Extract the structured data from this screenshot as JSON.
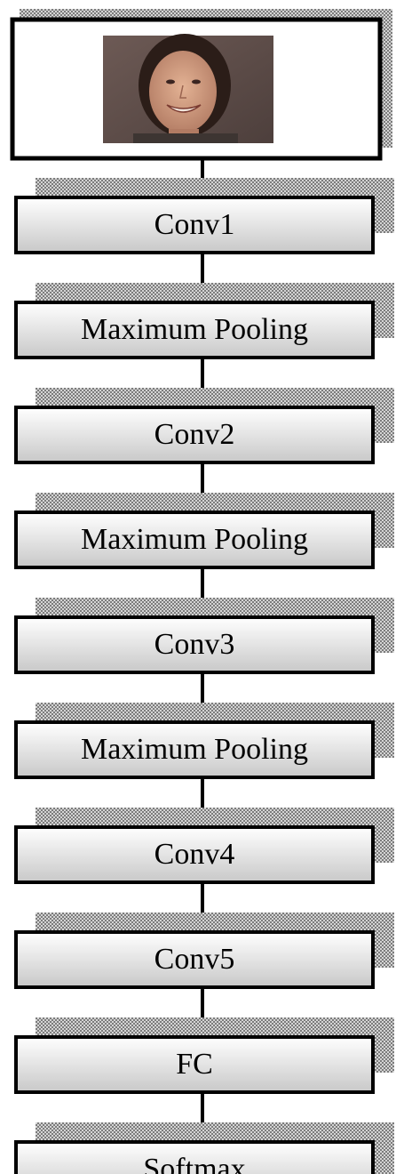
{
  "diagram": {
    "input_image": {
      "subject_icon": "smiling-face-photo"
    },
    "layers": [
      {
        "label": "Conv1"
      },
      {
        "label": "Maximum Pooling"
      },
      {
        "label": "Conv2"
      },
      {
        "label": "Maximum Pooling"
      },
      {
        "label": "Conv3"
      },
      {
        "label": "Maximum Pooling"
      },
      {
        "label": "Conv4"
      },
      {
        "label": "Conv5"
      },
      {
        "label": "FC"
      },
      {
        "label": "Softmax"
      }
    ],
    "colors": {
      "box_fill_top": "#ffffff",
      "box_fill_bottom": "#cfcfcf",
      "border": "#000000",
      "shadow": "#9a9a9a",
      "arrow": "#000000"
    }
  }
}
